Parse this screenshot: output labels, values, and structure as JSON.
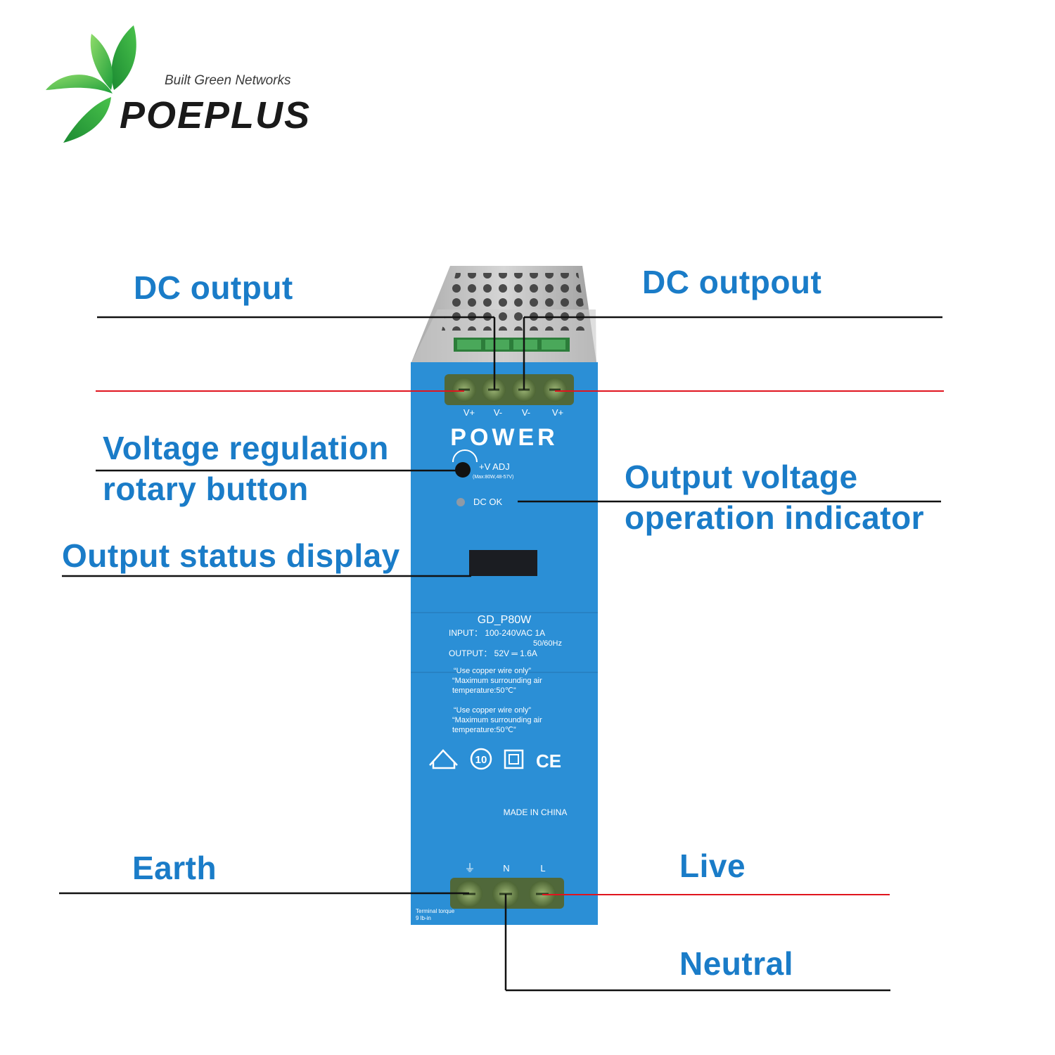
{
  "brand": {
    "tagline": "Built Green Networks",
    "name": "POEPLUS",
    "leaf_colors": [
      "#1e9e3a",
      "#49c24b",
      "#8fdc6a"
    ]
  },
  "device": {
    "top_terminal_labels": [
      "V+",
      "V-",
      "V-",
      "V+"
    ],
    "power_label": "POWER",
    "adj_label": "+V ADJ",
    "adj_sub": "(Max:80W,48-57V)",
    "dc_ok_label": "DC OK",
    "model": "GD_P80W",
    "input_line": "INPUT： 100-240VAC 1A",
    "input_freq": "50/60Hz",
    "output_line": "OUTPUT： 52V ═ 1.6A",
    "notes": [
      "“Use copper wire only”",
      "“Maximum surrounding air",
      "temperature:50℃”",
      "“Use copper wire only”",
      "“Maximum surrounding air",
      "temperature:50℃”"
    ],
    "cert_icons": [
      "house-icon",
      "ten-year-icon",
      "double-insulation-icon",
      "ce-mark-icon"
    ],
    "cert_ten_label": "10",
    "cert_ce_label": "CE",
    "made_in": "MADE IN CHINA",
    "bottom_terminal_labels": [
      "⏚",
      "N",
      "L"
    ],
    "torque_note_1": "Terminal torque",
    "torque_note_2": "9 lb-in",
    "body_color": "#2b8fd6",
    "casing_color": "#b9b9b9",
    "terminal_color": "#6e8a4c"
  },
  "callouts": {
    "dc_output_left": "DC output",
    "dc_output_right": "DC outpout",
    "voltage_reg_line1": "Voltage regulation",
    "voltage_reg_line2": "rotary button",
    "output_voltage_line1": "Output voltage",
    "output_voltage_line2": "operation indicator",
    "output_status": "Output status display",
    "earth": "Earth",
    "live": "Live",
    "neutral": "Neutral",
    "text_color": "#1a7cc8",
    "line_black": "#111111",
    "line_red": "#e0141e"
  }
}
